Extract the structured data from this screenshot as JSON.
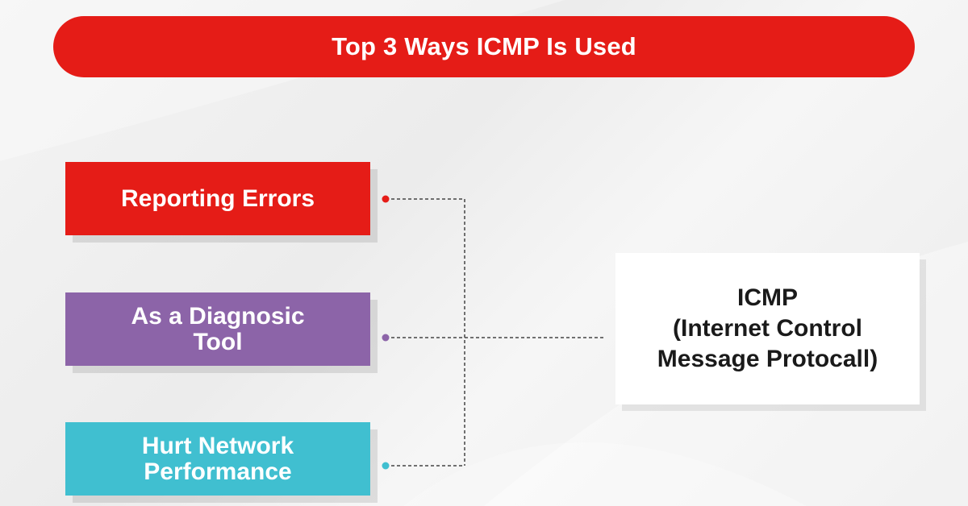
{
  "title": "Top 3 Ways ICMP Is Used",
  "uses": [
    {
      "lines": [
        "Reporting Errors"
      ],
      "color": "#e51c17"
    },
    {
      "lines": [
        "As a Diagnosic",
        "Tool"
      ],
      "color": "#8c64a8"
    },
    {
      "lines": [
        "Hurt Network",
        "Performance"
      ],
      "color": "#40bfd0"
    }
  ],
  "center": {
    "lines": [
      "ICMP",
      "(Internet Control",
      "Message Protocall)"
    ]
  },
  "colors": {
    "accent": "#e51c17",
    "connector": "#444444"
  }
}
